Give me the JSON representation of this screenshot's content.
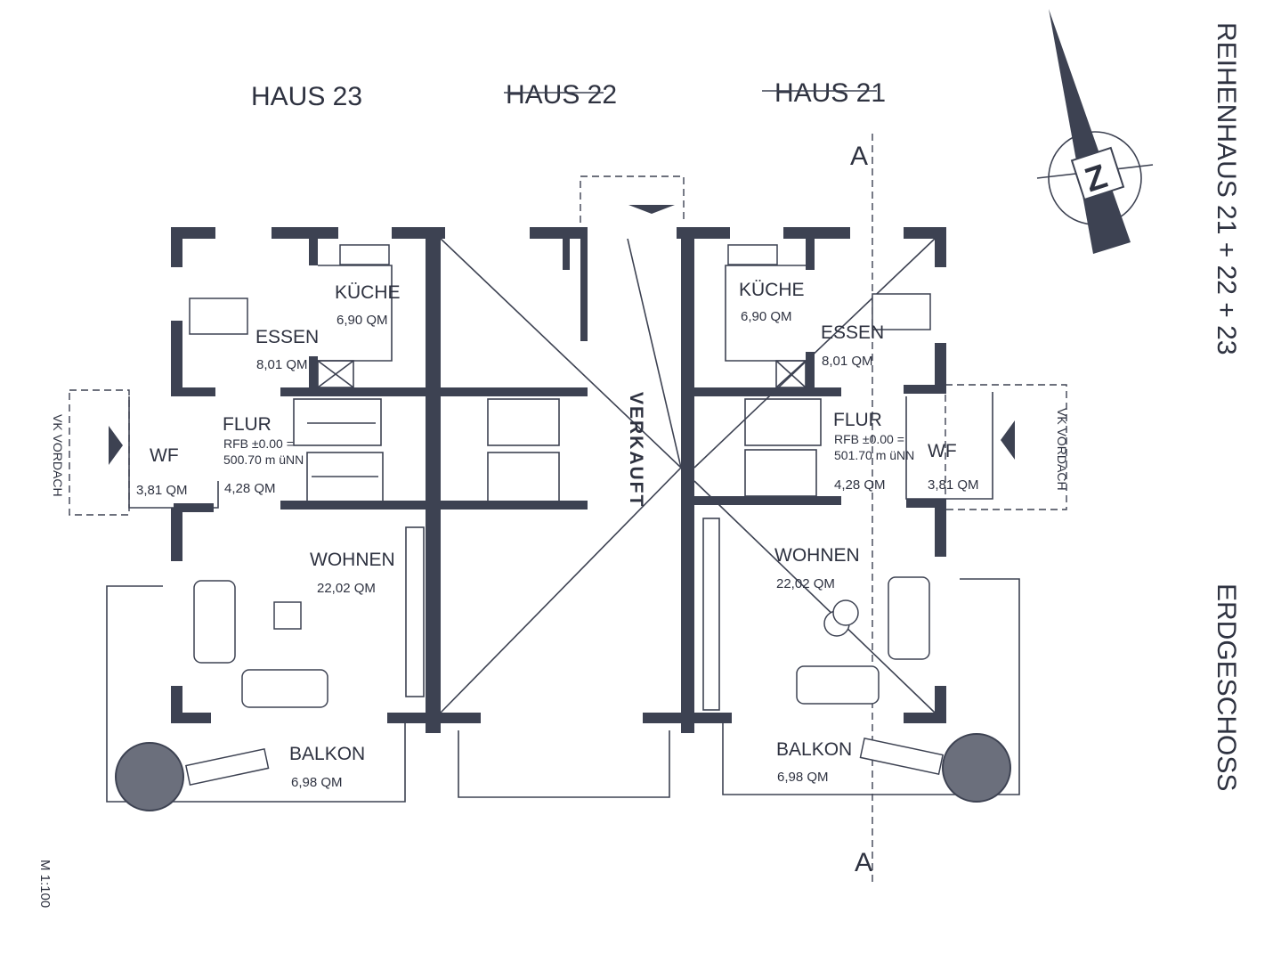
{
  "header": {
    "house_23": "HAUS 23",
    "house_22": "HAUS 22",
    "house_21": "HAUS 21",
    "title_vertical": "REIHENHAUS 21 + 22 + 23",
    "floor": "ERDGESCHOSS",
    "scale": "M 1:100"
  },
  "left_house": {
    "kitchen": "KÜCHE",
    "kitchen_area": "6,90 QM",
    "dining": "ESSEN",
    "dining_area": "8,01 QM",
    "hall": "FLUR",
    "hall_level": "RFB ±0.00 =",
    "hall_elevation": "500.70 m üNN",
    "hall_area": "4,28 QM",
    "wc": "WF",
    "wc_area": "3,81 QM",
    "living": "WOHNEN",
    "living_area": "22,02 QM",
    "balcony": "BALKON",
    "balcony_area": "6,98 QM",
    "canopy": "VK VORDACH"
  },
  "middle_house": {
    "status": "VERKAUFT"
  },
  "right_house": {
    "kitchen": "KÜCHE",
    "kitchen_area": "6,90 QM",
    "dining": "ESSEN",
    "dining_area": "8,01 QM",
    "hall": "FLUR",
    "hall_level": "RFB ±0.00 =",
    "hall_elevation": "501.70 m üNN",
    "hall_area": "4,28 QM",
    "wc": "WF",
    "wc_area": "3,81 QM",
    "living": "WOHNEN",
    "living_area": "22,02 QM",
    "balcony": "BALKON",
    "balcony_area": "6,98 QM",
    "canopy": "VK VORDACH"
  },
  "section_marker": "A",
  "icons": {
    "north": "north-arrow-icon"
  },
  "colors": {
    "ink": "#3d4252",
    "paper": "#ffffff"
  }
}
